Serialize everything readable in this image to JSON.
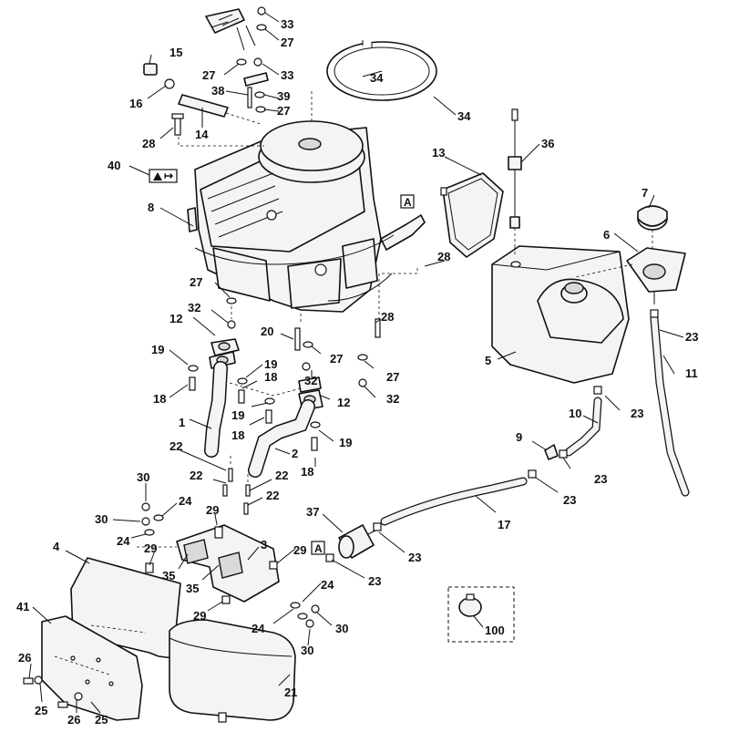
{
  "diagram": {
    "callouts": [
      {
        "id": "c33a",
        "text": "33"
      },
      {
        "id": "c27a",
        "text": "27"
      },
      {
        "id": "c15",
        "text": "15"
      },
      {
        "id": "c16",
        "text": "16"
      },
      {
        "id": "c27b",
        "text": "27"
      },
      {
        "id": "c33b",
        "text": "33"
      },
      {
        "id": "c38",
        "text": "38"
      },
      {
        "id": "c39",
        "text": "39"
      },
      {
        "id": "c27c",
        "text": "27"
      },
      {
        "id": "c34a",
        "text": "34"
      },
      {
        "id": "c34b",
        "text": "34"
      },
      {
        "id": "c28a",
        "text": "28"
      },
      {
        "id": "c14",
        "text": "14"
      },
      {
        "id": "c40",
        "text": "40"
      },
      {
        "id": "c13",
        "text": "13"
      },
      {
        "id": "c36",
        "text": "36"
      },
      {
        "id": "c8",
        "text": "8"
      },
      {
        "id": "c7",
        "text": "7"
      },
      {
        "id": "c6",
        "text": "6"
      },
      {
        "id": "c28b",
        "text": "28"
      },
      {
        "id": "c27d",
        "text": "27"
      },
      {
        "id": "c32a",
        "text": "32"
      },
      {
        "id": "c12a",
        "text": "12"
      },
      {
        "id": "c20",
        "text": "20"
      },
      {
        "id": "c28c",
        "text": "28"
      },
      {
        "id": "c23a",
        "text": "23"
      },
      {
        "id": "c5",
        "text": "5"
      },
      {
        "id": "c11",
        "text": "11"
      },
      {
        "id": "c19a",
        "text": "19"
      },
      {
        "id": "c27e",
        "text": "27"
      },
      {
        "id": "c19b",
        "text": "19"
      },
      {
        "id": "c18a",
        "text": "18"
      },
      {
        "id": "c27f",
        "text": "27"
      },
      {
        "id": "c18b",
        "text": "18"
      },
      {
        "id": "c32b",
        "text": "32"
      },
      {
        "id": "c32c",
        "text": "32"
      },
      {
        "id": "c12b",
        "text": "12"
      },
      {
        "id": "c19c",
        "text": "19"
      },
      {
        "id": "c23b",
        "text": "23"
      },
      {
        "id": "c1",
        "text": "1"
      },
      {
        "id": "c18c",
        "text": "18"
      },
      {
        "id": "c10",
        "text": "10"
      },
      {
        "id": "c19d",
        "text": "19"
      },
      {
        "id": "c22a",
        "text": "22"
      },
      {
        "id": "c2",
        "text": "2"
      },
      {
        "id": "c9",
        "text": "9"
      },
      {
        "id": "c18d",
        "text": "18"
      },
      {
        "id": "c23c",
        "text": "23"
      },
      {
        "id": "c30a",
        "text": "30"
      },
      {
        "id": "c22b",
        "text": "22"
      },
      {
        "id": "c22c",
        "text": "22"
      },
      {
        "id": "c23d",
        "text": "23"
      },
      {
        "id": "c24a",
        "text": "24"
      },
      {
        "id": "c22d",
        "text": "22"
      },
      {
        "id": "c30b",
        "text": "30"
      },
      {
        "id": "c29a",
        "text": "29"
      },
      {
        "id": "c37",
        "text": "37"
      },
      {
        "id": "c17",
        "text": "17"
      },
      {
        "id": "c24b",
        "text": "24"
      },
      {
        "id": "c4",
        "text": "4"
      },
      {
        "id": "c3",
        "text": "3"
      },
      {
        "id": "c29b",
        "text": "29"
      },
      {
        "id": "c29c",
        "text": "29"
      },
      {
        "id": "c23e",
        "text": "23"
      },
      {
        "id": "c35a",
        "text": "35"
      },
      {
        "id": "c35b",
        "text": "35"
      },
      {
        "id": "c23f",
        "text": "23"
      },
      {
        "id": "c24c",
        "text": "24"
      },
      {
        "id": "c41",
        "text": "41"
      },
      {
        "id": "c29d",
        "text": "29"
      },
      {
        "id": "c24d",
        "text": "24"
      },
      {
        "id": "c30c",
        "text": "30"
      },
      {
        "id": "c100",
        "text": "100"
      },
      {
        "id": "c30d",
        "text": "30"
      },
      {
        "id": "c26a",
        "text": "26"
      },
      {
        "id": "c21",
        "text": "21"
      },
      {
        "id": "c25a",
        "text": "25"
      },
      {
        "id": "c26b",
        "text": "26"
      },
      {
        "id": "c25b",
        "text": "25"
      }
    ],
    "ref_marker": "A"
  }
}
